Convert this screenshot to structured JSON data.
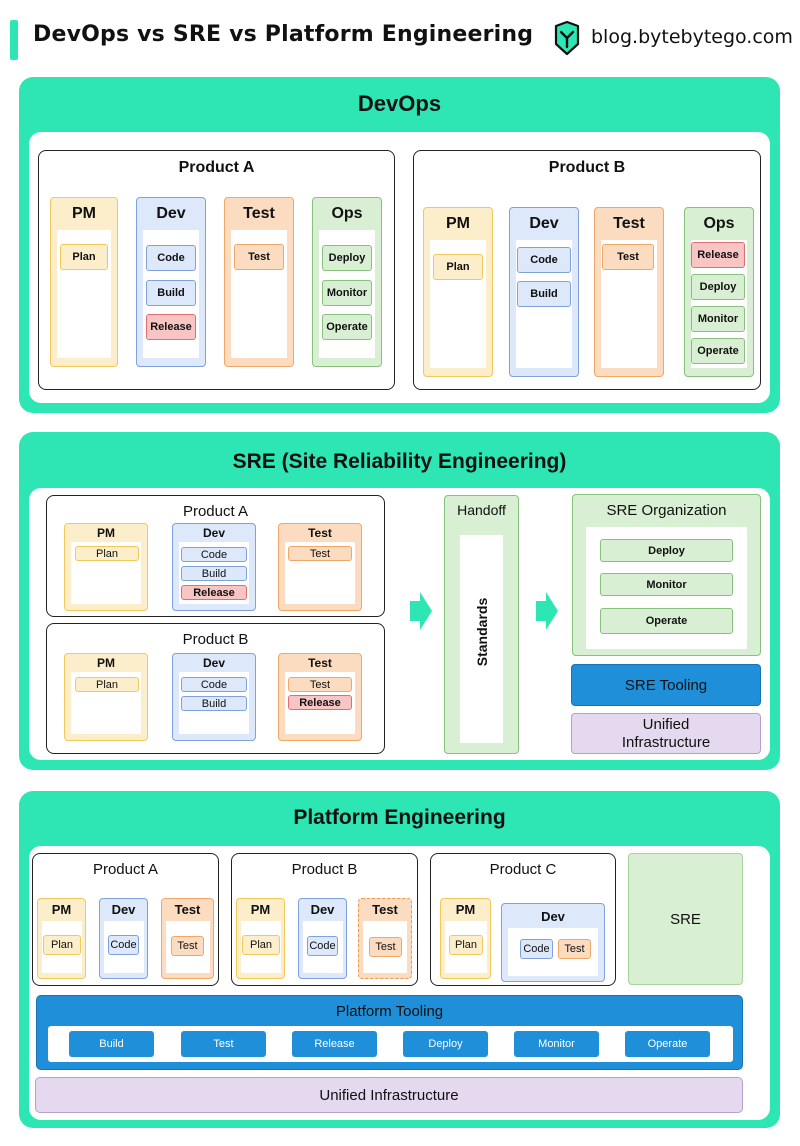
{
  "header": {
    "title": "DevOps vs SRE vs Platform Engineering",
    "site": "blog.bytebytego.com"
  },
  "devops": {
    "title": "DevOps",
    "product_a": {
      "title": "Product A",
      "pm": {
        "label": "PM",
        "items": [
          "Plan"
        ]
      },
      "dev": {
        "label": "Dev",
        "items": [
          "Code",
          "Build",
          "Release"
        ]
      },
      "test": {
        "label": "Test",
        "items": [
          "Test"
        ]
      },
      "ops": {
        "label": "Ops",
        "items": [
          "Deploy",
          "Monitor",
          "Operate"
        ]
      }
    },
    "product_b": {
      "title": "Product B",
      "pm": {
        "label": "PM",
        "items": [
          "Plan"
        ]
      },
      "dev": {
        "label": "Dev",
        "items": [
          "Code",
          "Build"
        ]
      },
      "test": {
        "label": "Test",
        "items": [
          "Test"
        ]
      },
      "ops": {
        "label": "Ops",
        "items": [
          "Release",
          "Deploy",
          "Monitor",
          "Operate"
        ]
      }
    }
  },
  "sre": {
    "title": "SRE (Site Reliability Engineering)",
    "product_a": {
      "title": "Product A",
      "pm": {
        "label": "PM",
        "items": [
          "Plan"
        ]
      },
      "dev": {
        "label": "Dev",
        "items": [
          "Code",
          "Build",
          "Release"
        ]
      },
      "test": {
        "label": "Test",
        "items": [
          "Test"
        ]
      }
    },
    "product_b": {
      "title": "Product B",
      "pm": {
        "label": "PM",
        "items": [
          "Plan"
        ]
      },
      "dev": {
        "label": "Dev",
        "items": [
          "Code",
          "Build"
        ]
      },
      "test": {
        "label": "Test",
        "items": [
          "Test",
          "Release"
        ]
      }
    },
    "handoff": {
      "title": "Handoff",
      "standards": "Standards"
    },
    "org": {
      "title": "SRE Organization",
      "items": [
        "Deploy",
        "Monitor",
        "Operate"
      ]
    },
    "tooling": "SRE Tooling",
    "infra_line1": "Unified",
    "infra_line2": "Infrastructure"
  },
  "platform": {
    "title": "Platform Engineering",
    "product_a": {
      "title": "Product A",
      "pm": {
        "label": "PM",
        "items": [
          "Plan"
        ]
      },
      "dev": {
        "label": "Dev",
        "items": [
          "Code"
        ]
      },
      "test": {
        "label": "Test",
        "items": [
          "Test"
        ]
      }
    },
    "product_b": {
      "title": "Product B",
      "pm": {
        "label": "PM",
        "items": [
          "Plan"
        ]
      },
      "dev": {
        "label": "Dev",
        "items": [
          "Code"
        ]
      },
      "test": {
        "label": "Test",
        "items": [
          "Test"
        ]
      }
    },
    "product_c": {
      "title": "Product C",
      "pm": {
        "label": "PM",
        "items": [
          "Plan"
        ]
      },
      "dev": {
        "label": "Dev",
        "items": [
          "Code",
          "Test"
        ]
      }
    },
    "sre": "SRE",
    "tooling": {
      "title": "Platform Tooling",
      "items": [
        "Build",
        "Test",
        "Release",
        "Deploy",
        "Monitor",
        "Operate"
      ]
    },
    "infra": "Unified Infrastructure"
  },
  "colors": {
    "brand_green": "#2ee6b4",
    "pm": "#fdeecb",
    "dev": "#dde8fb",
    "test": "#fcdcc0",
    "ops": "#d8efd3",
    "release": "#f9c5c4",
    "tooling_blue": "#1e8fd8",
    "infra_purple": "#e5d9ef"
  }
}
